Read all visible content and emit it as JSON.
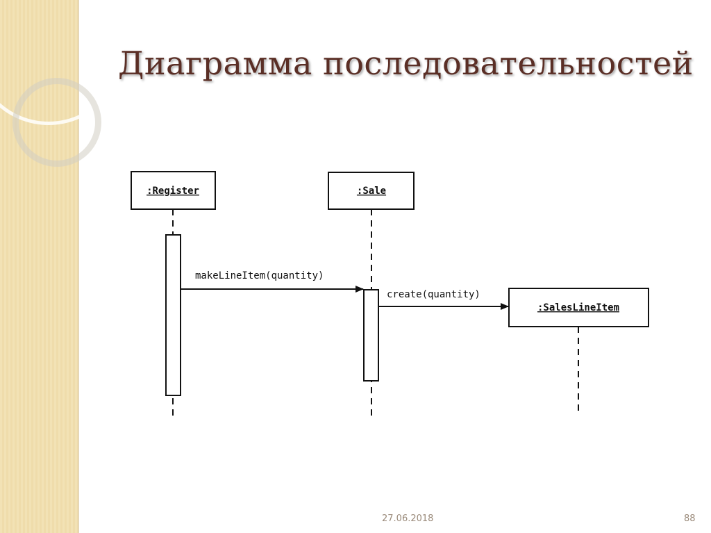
{
  "title": "Диаграмма последовательностей",
  "footer": {
    "date": "27.06.2018",
    "page": "88"
  },
  "diagram": {
    "participants": [
      {
        "id": "register",
        "label": ":Register"
      },
      {
        "id": "sale",
        "label": ":Sale"
      },
      {
        "id": "saleslineitem",
        "label": ":SalesLineItem"
      }
    ],
    "messages": [
      {
        "from": "register",
        "to": "sale",
        "label": "makeLineItem(quantity)"
      },
      {
        "from": "sale",
        "to": "saleslineitem",
        "label": "create(quantity)"
      }
    ]
  }
}
